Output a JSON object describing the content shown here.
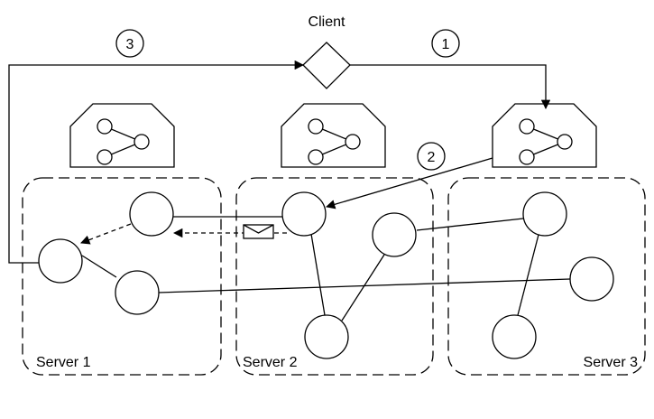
{
  "client": {
    "label": "Client"
  },
  "steps": [
    {
      "number": "1"
    },
    {
      "number": "2"
    },
    {
      "number": "3"
    }
  ],
  "servers": [
    {
      "label": "Server 1"
    },
    {
      "label": "Server 2"
    },
    {
      "label": "Server 3"
    }
  ],
  "icons": {
    "router": "router-network-icon",
    "message": "envelope-icon"
  },
  "colors": {
    "stroke": "#000000",
    "fill": "#ffffff"
  }
}
